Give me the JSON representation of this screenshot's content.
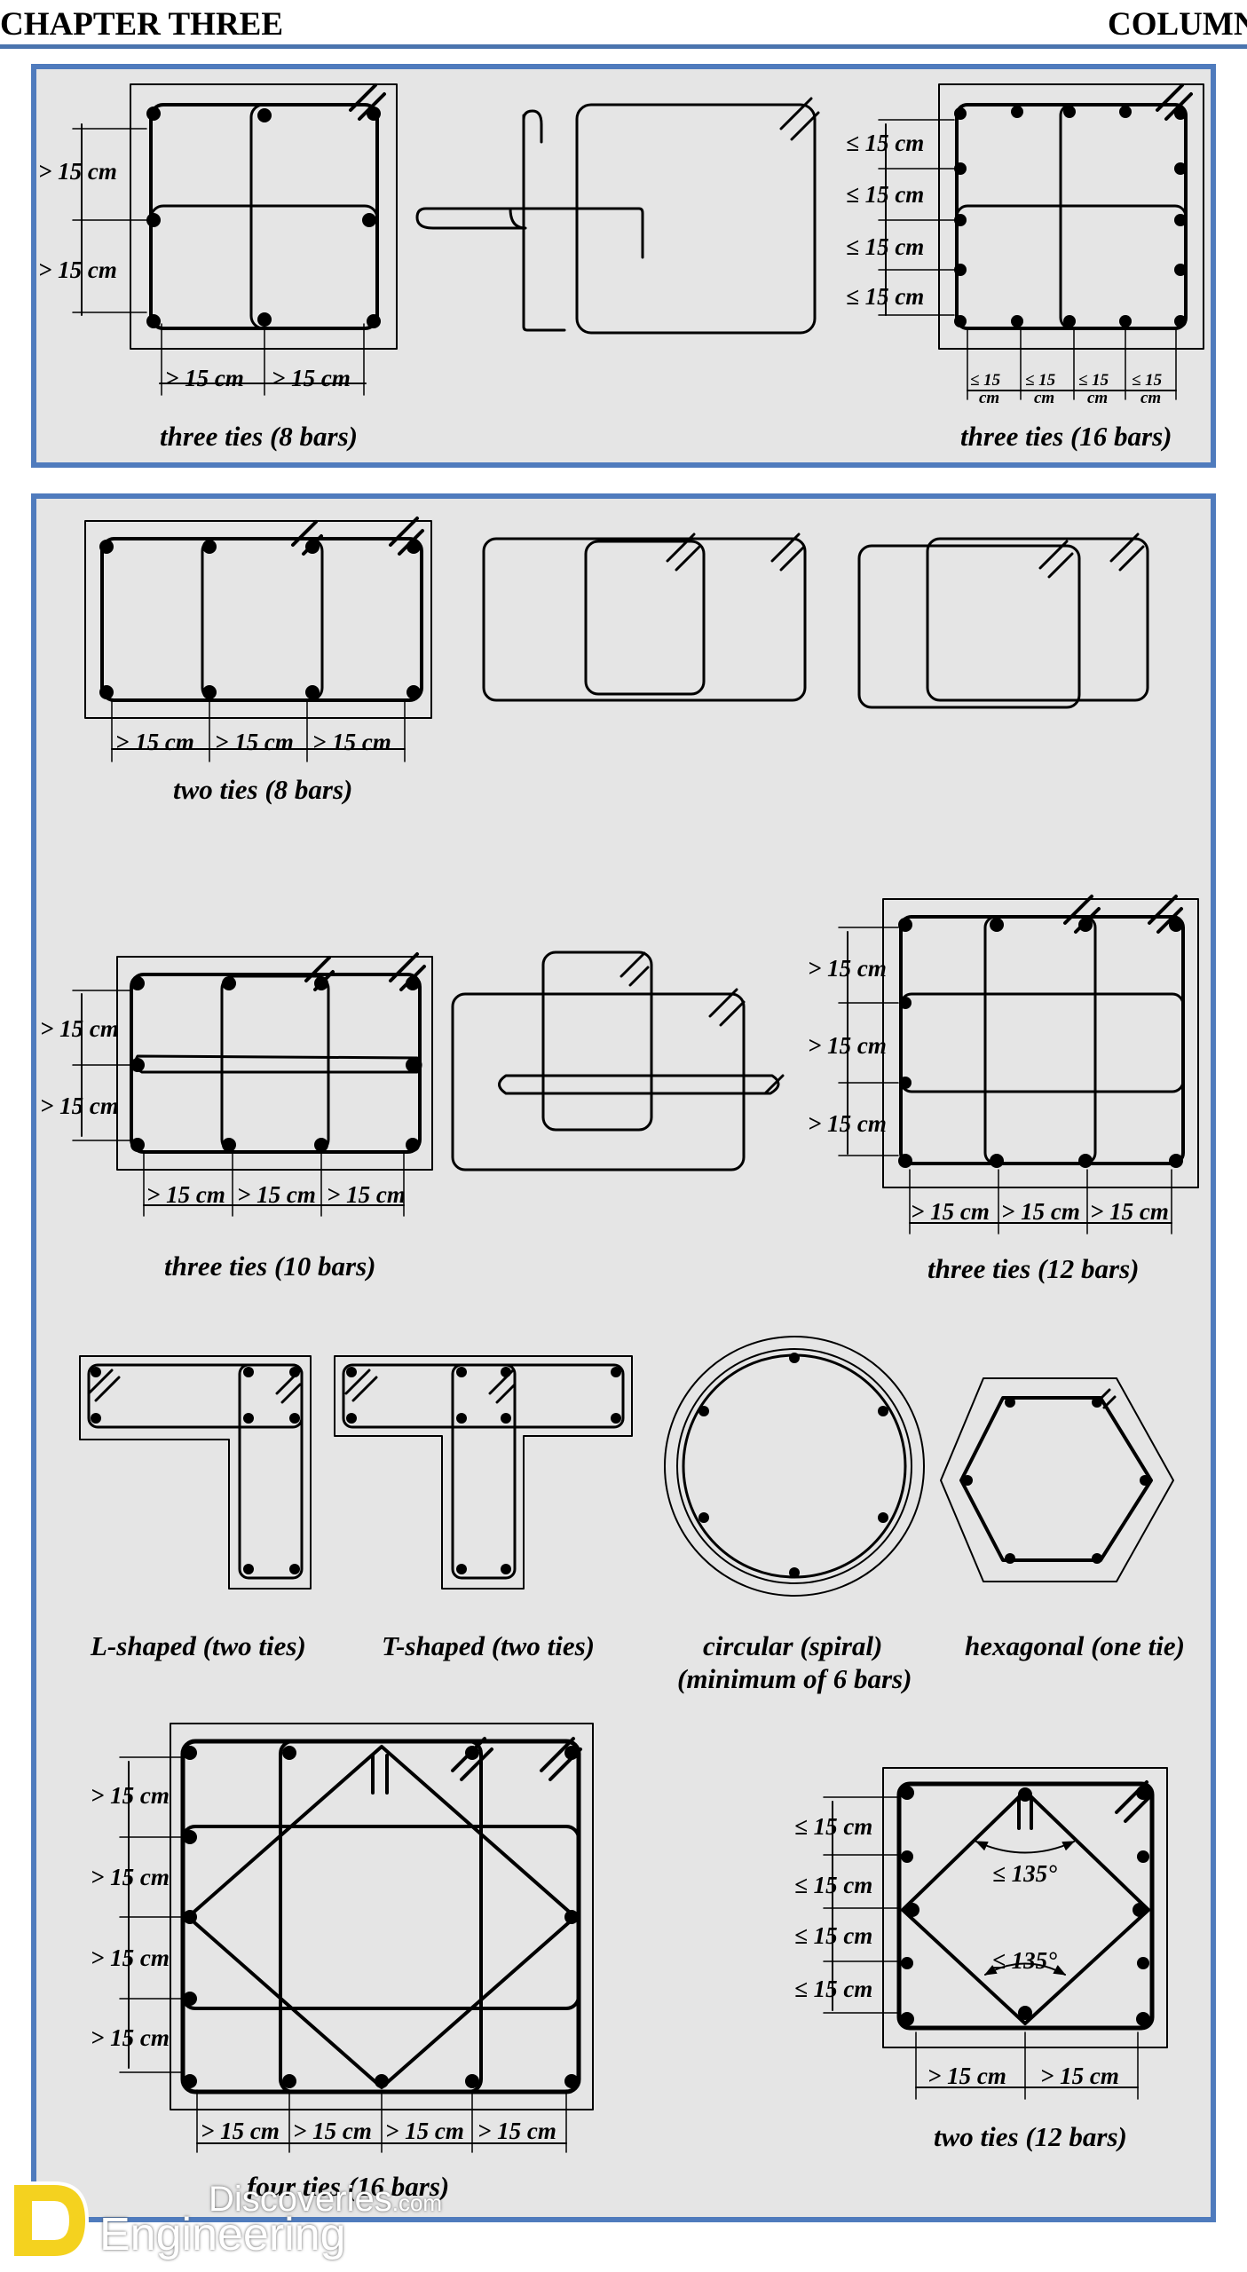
{
  "header": {
    "left": "CHAPTER THREE",
    "right": "COLUMN"
  },
  "diagrams": {
    "d1": {
      "caption": "three ties (8 bars)",
      "v1": "> 15 cm",
      "v2": "> 15 cm",
      "h1": "> 15 cm",
      "h2": "> 15 cm"
    },
    "d2": {
      "caption": "three ties (16 bars)",
      "v1": "≤ 15 cm",
      "v2": "≤ 15 cm",
      "v3": "≤ 15 cm",
      "v4": "≤ 15 cm",
      "h_top": "≤ 15",
      "h_bot": "cm"
    },
    "d3": {
      "caption": "two ties (8 bars)",
      "h1": "> 15 cm",
      "h2": "> 15 cm",
      "h3": "> 15 cm"
    },
    "d4": {
      "caption": "three ties (10 bars)",
      "v1": "> 15 cm",
      "v2": "> 15 cm",
      "h1": "> 15 cm",
      "h2": "> 15 cm",
      "h3": "> 15 cm"
    },
    "d5": {
      "caption": "three ties (12 bars)",
      "v1": "> 15 cm",
      "v2": "> 15 cm",
      "v3": "> 15 cm",
      "h1": "> 15 cm",
      "h2": "> 15 cm",
      "h3": "> 15 cm"
    },
    "d6": {
      "caption": "L-shaped (two ties)"
    },
    "d7": {
      "caption": "T-shaped (two ties)"
    },
    "d8": {
      "caption1": "circular (spiral)",
      "caption2": "(minimum of 6 bars)"
    },
    "d9": {
      "caption": "hexagonal (one tie)"
    },
    "d10": {
      "caption": "four ties (16 bars)",
      "v1": "> 15 cm",
      "v2": "> 15 cm",
      "v3": "> 15 cm",
      "v4": "> 15 cm",
      "h1": "> 15 cm",
      "h2": "> 15 cm",
      "h3": "> 15 cm",
      "h4": "> 15 cm"
    },
    "d11": {
      "caption": "two ties (12 bars)",
      "v1": "≤ 15 cm",
      "v2": "≤ 15 cm",
      "v3": "≤ 15 cm",
      "v4": "≤ 15 cm",
      "h1": "> 15 cm",
      "h2": "> 15 cm",
      "angle1": "≤ 135°",
      "angle2": "≤ 135°"
    }
  },
  "watermark": {
    "line1": "Discoveries",
    "line1_suffix": ".com",
    "line2": "Engineering",
    "logo_color": "#f4d21f"
  }
}
